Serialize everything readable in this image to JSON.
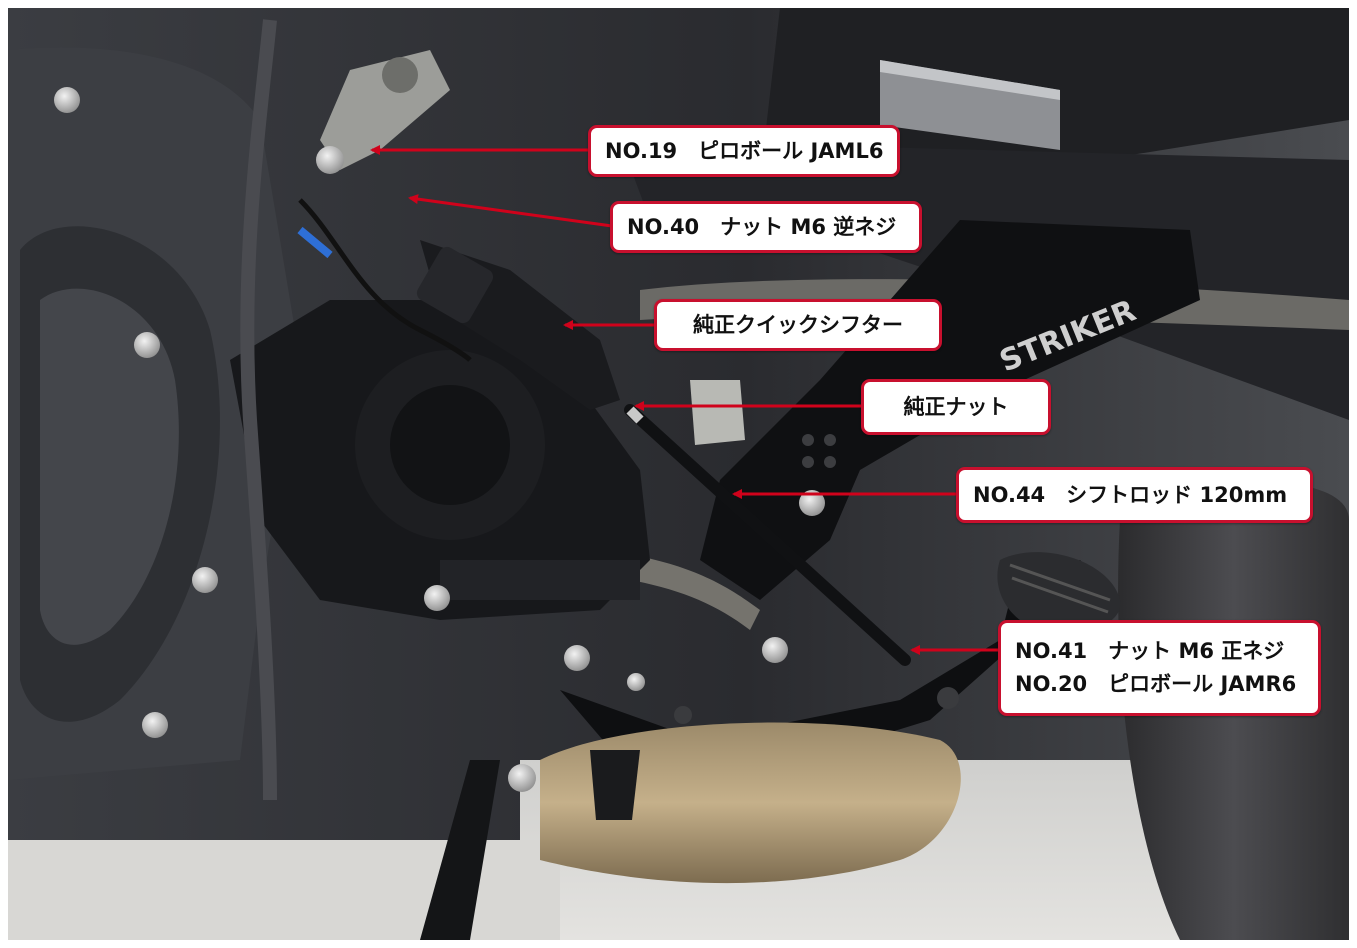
{
  "photo": {
    "subject": "motorcycle-rearset-shift-linkage",
    "brand_text": "STRIKER"
  },
  "callouts": {
    "c1": "NO.19　ピロボール JAML6",
    "c2": "NO.40　ナット M6 逆ネジ",
    "c3": "純正クイックシフター",
    "c4": "純正ナット",
    "c5": "NO.44　シフトロッド 120mm",
    "c6a": "NO.41　ナット M6 正ネジ",
    "c6b": "NO.20　ピロボール JAMR6"
  },
  "colors": {
    "callout_border": "#c8102e",
    "arrow": "#d0021b",
    "callout_text": "#111111"
  }
}
